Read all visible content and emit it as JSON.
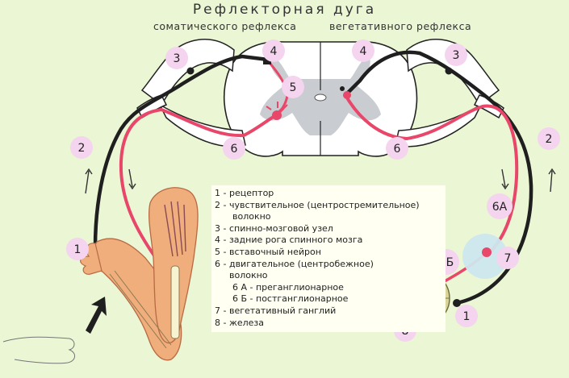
{
  "title": "Рефлекторная дуга",
  "subtitle_somatic": "соматического рефлекса",
  "subtitle_vegetative": "вегетативного рефлекса",
  "markers": {
    "m1_left": "1",
    "m2_left": "2",
    "m3_left": "3",
    "m4_left": "4",
    "m5": "5",
    "m6_left": "6",
    "m1_right": "1",
    "m2_right": "2",
    "m3_right": "3",
    "m4_right": "4",
    "m6_right": "6",
    "m6a": "6А",
    "m6b": "6Б",
    "m7": "7",
    "m8": "8"
  },
  "legend": {
    "l1": "1 - рецептор",
    "l2": "2 - чувствительное  (центростремительное)",
    "l2b": "волокно",
    "l3": "3 - спинно-мозговой узел",
    "l4": "4 - задние рога спинного мозга",
    "l5": "5 - вставочный нейрон",
    "l6": "6 - двигательное (центробежное)",
    "l6b": "волокно",
    "l6a": "6 А - преганглионарное",
    "l6bb": "6 Б - постганглионарное",
    "l7": "7 - вегетативный ганглий",
    "l8": "8 - железа"
  },
  "colors": {
    "background": "#eaf6d4",
    "sensory_fiber": "#1f1f1f",
    "motor_fiber": "#e8476a",
    "marker_fill": "#f4d4ee",
    "gray_matter": "#c9cdd1",
    "ganglion": "#cde7ee",
    "gland": "#d8d49a",
    "gland_duct": "#35c3a6",
    "muscle": "#efae7c",
    "bone": "#f7f2d0"
  }
}
